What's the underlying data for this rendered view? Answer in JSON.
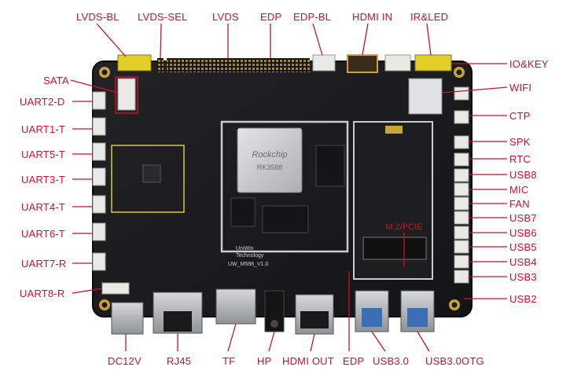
{
  "colors": {
    "label": "#c8102e",
    "leader": "#c8102e",
    "pcb": "#1b1b1d",
    "pcb_edge": "#0d0d0e",
    "connector_white": "#e9e9e6",
    "connector_yellow": "#e3cf2a",
    "metal": "#b7b9bc",
    "usb_blue": "#3b6fb3",
    "gold": "#c9a23a"
  },
  "labels": {
    "top": [
      "LVDS-BL",
      "LVDS-SEL",
      "LVDS",
      "EDP",
      "EDP-BL",
      "HDMI IN",
      "IR&LED"
    ],
    "left": [
      "SATA",
      "UART2-D",
      "UART1-T",
      "UART5-T",
      "UART3-T",
      "UART4-T",
      "UART6-T",
      "UART7-R",
      "UART8-R"
    ],
    "right": [
      "IO&KEY",
      "WIFI",
      "CTP",
      "SPK",
      "RTC",
      "USB8",
      "MIC",
      "FAN",
      "USB7",
      "USB6",
      "USB5",
      "USB4",
      "USB3",
      "USB2"
    ],
    "bottom": [
      "DC12V",
      "RJ45",
      "TF",
      "HP",
      "HDMI OUT",
      "EDP",
      "USB3.0",
      "USB3.0OTG"
    ]
  },
  "board": {
    "chip_markings": [
      "Rockchip",
      "RK3588"
    ],
    "brand_lines": [
      "UniWin",
      "Technology"
    ],
    "model_text": "UW_M588_V1.0",
    "mdot2_label": "M.2/PCIE"
  }
}
